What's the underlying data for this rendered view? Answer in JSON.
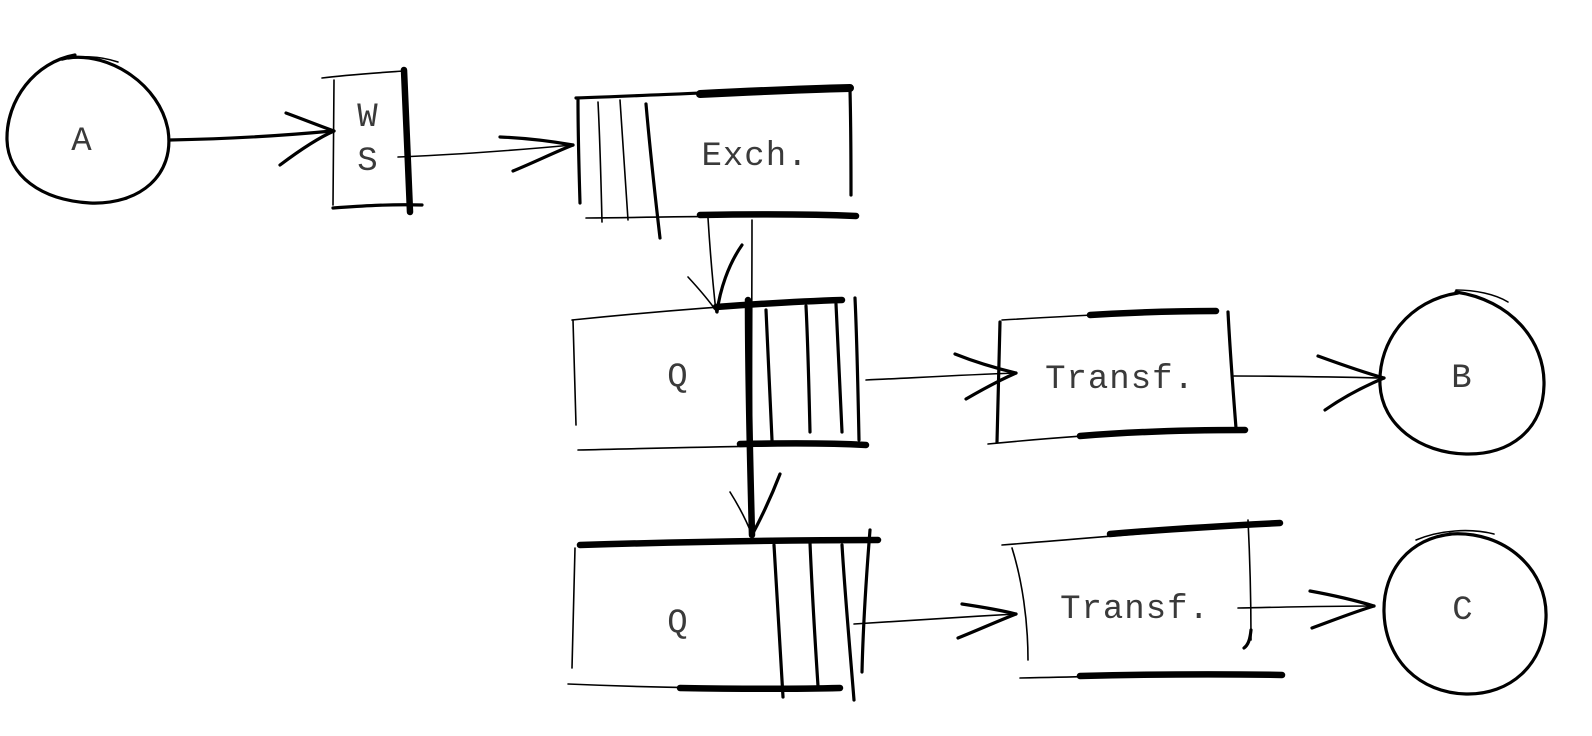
{
  "nodes": {
    "a": {
      "label": "A",
      "kind": "circle"
    },
    "ws": {
      "label_line1": "W",
      "label_line2": "S",
      "kind": "box"
    },
    "exchange": {
      "label": "Exch.",
      "kind": "box"
    },
    "queue1": {
      "label": "Q",
      "kind": "queue"
    },
    "queue2": {
      "label": "Q",
      "kind": "queue"
    },
    "transform1": {
      "label": "Transf.",
      "kind": "box"
    },
    "transform2": {
      "label": "Transf.",
      "kind": "box"
    },
    "b": {
      "label": "B",
      "kind": "circle"
    },
    "c": {
      "label": "C",
      "kind": "circle"
    }
  },
  "edges": [
    {
      "from": "A",
      "to": "WS"
    },
    {
      "from": "WS",
      "to": "Exch."
    },
    {
      "from": "Exch.",
      "to": "Q"
    },
    {
      "from": "Exch.",
      "to": "Q"
    },
    {
      "from": "Q",
      "to": "Transf."
    },
    {
      "from": "Transf.",
      "to": "B"
    },
    {
      "from": "Q",
      "to": "Transf."
    },
    {
      "from": "Transf.",
      "to": "C"
    }
  ],
  "style": {
    "stroke_color": "#000000",
    "label_color": "#3a3a3a",
    "background": "#ffffff"
  }
}
